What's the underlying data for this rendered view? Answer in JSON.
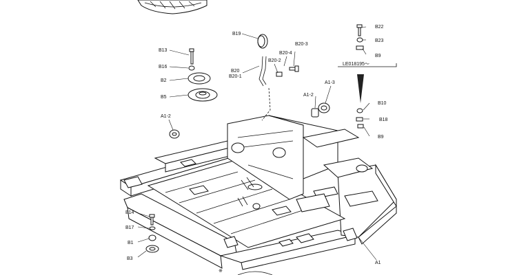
{
  "labels": {
    "b19": "B19",
    "b13": "B13",
    "b16": "B16",
    "b2": "B2",
    "b5": "B5",
    "b20": "B20",
    "b20_1": "B20-1",
    "b20_2": "B20-2",
    "b20_3": "B20-3",
    "b20_4": "B20-4",
    "b22": "B22",
    "b23": "B23",
    "b9_top": "B9",
    "serial": "LE018195～",
    "a1_2_upper": "A1-2",
    "a1_3": "A1-3",
    "a1_2_left": "A1-2",
    "b10": "B10",
    "b18": "B18",
    "b9_right": "B9",
    "b14": "B14",
    "b17": "B17",
    "b1": "B1",
    "b3": "B3",
    "a1": "A1",
    "marker": "※"
  }
}
